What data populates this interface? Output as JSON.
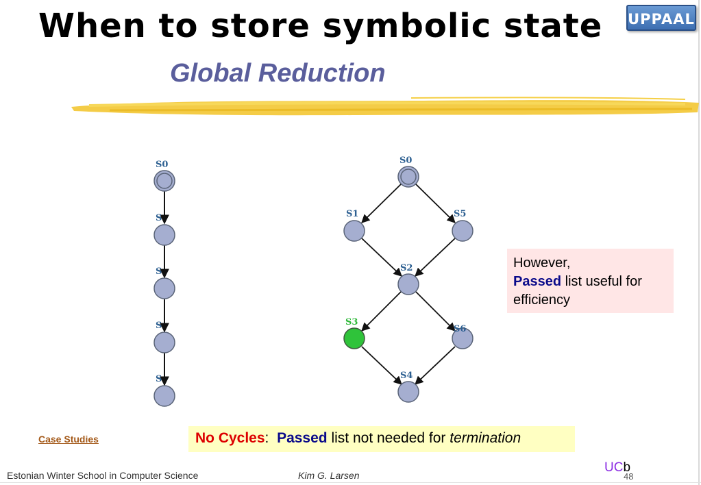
{
  "slide": {
    "title": "When to store symbolic state",
    "subtitle": "Global Reduction",
    "logo_text": "UPPAAL"
  },
  "left_graph": {
    "nodes": [
      {
        "id": "s0",
        "label": "S0",
        "initial": true
      },
      {
        "id": "s1",
        "label": "S",
        "initial": false
      },
      {
        "id": "s2",
        "label": "S",
        "initial": false
      },
      {
        "id": "s3",
        "label": "S",
        "initial": false
      },
      {
        "id": "s4",
        "label": "S",
        "initial": false
      }
    ]
  },
  "right_graph": {
    "nodes": [
      {
        "id": "s0",
        "label": "S0",
        "state": "initial"
      },
      {
        "id": "s1",
        "label": "S1",
        "state": "normal"
      },
      {
        "id": "s5",
        "label": "S5",
        "state": "normal"
      },
      {
        "id": "s2",
        "label": "S2",
        "state": "normal"
      },
      {
        "id": "s3",
        "label": "S3",
        "state": "highlighted"
      },
      {
        "id": "s6",
        "label": "S6",
        "state": "normal"
      },
      {
        "id": "s4",
        "label": "S4",
        "state": "normal"
      }
    ]
  },
  "note": {
    "line1": "However,",
    "passed": "Passed",
    "line2_rest": " list useful for",
    "line3": "efficiency"
  },
  "bottom_note": {
    "no_cycles": "No Cycles",
    "colon": ":  ",
    "passed": "Passed",
    "rest": " list not needed for ",
    "termination": "termination"
  },
  "nav": {
    "case_studies": "Case Studies"
  },
  "footer": {
    "left": "Estonian Winter School in Computer Science",
    "author": "Kim G. Larsen",
    "ucb_uc": "UC",
    "ucb_b": "b",
    "page": "48"
  },
  "colors": {
    "node_fill": "#a5aed0",
    "node_stroke": "#5a6478",
    "highlight_fill": "#2fc33a",
    "label_color": "#2c5f91",
    "highlight_label": "#2fb83a",
    "title_blue": "#5a5e9c"
  }
}
